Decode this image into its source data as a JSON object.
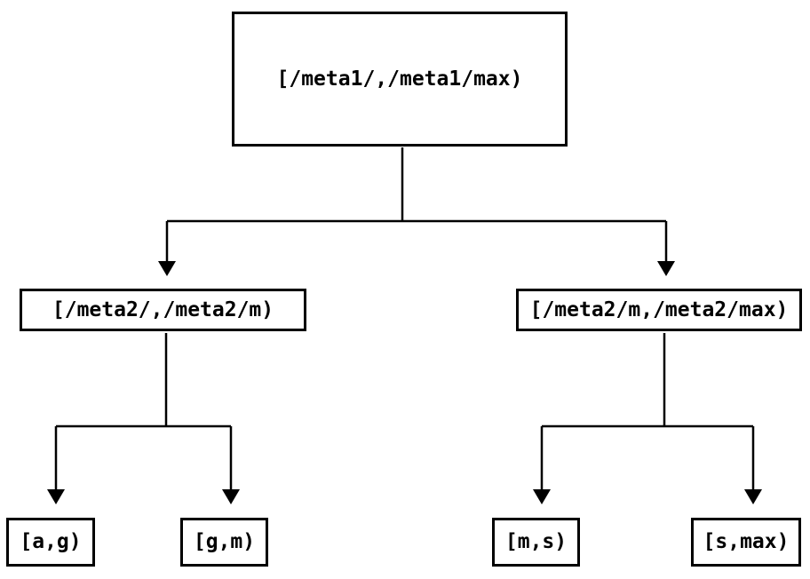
{
  "diagram": {
    "type": "tree",
    "description": "Interval partition tree: root meta1 range split into two meta2 ranges, each split into two key ranges",
    "colors": {
      "line": "#000000",
      "background": "#ffffff",
      "node_fill": "#ffffff",
      "text": "#000000"
    },
    "nodes": [
      {
        "id": "root",
        "label": "[/meta1/,/meta1/max)"
      },
      {
        "id": "meta2-low",
        "label": "[/meta2/,/meta2/m)"
      },
      {
        "id": "meta2-high",
        "label": "[/meta2/m,/meta2/max)"
      },
      {
        "id": "leaf-a-g",
        "label": "[a,g)"
      },
      {
        "id": "leaf-g-m",
        "label": "[g,m)"
      },
      {
        "id": "leaf-m-s",
        "label": "[m,s)"
      },
      {
        "id": "leaf-s-max",
        "label": "[s,max)"
      }
    ],
    "edges": [
      {
        "from": "root",
        "to": "meta2-low"
      },
      {
        "from": "root",
        "to": "meta2-high"
      },
      {
        "from": "meta2-low",
        "to": "leaf-a-g"
      },
      {
        "from": "meta2-low",
        "to": "leaf-g-m"
      },
      {
        "from": "meta2-high",
        "to": "leaf-m-s"
      },
      {
        "from": "meta2-high",
        "to": "leaf-s-max"
      }
    ]
  }
}
